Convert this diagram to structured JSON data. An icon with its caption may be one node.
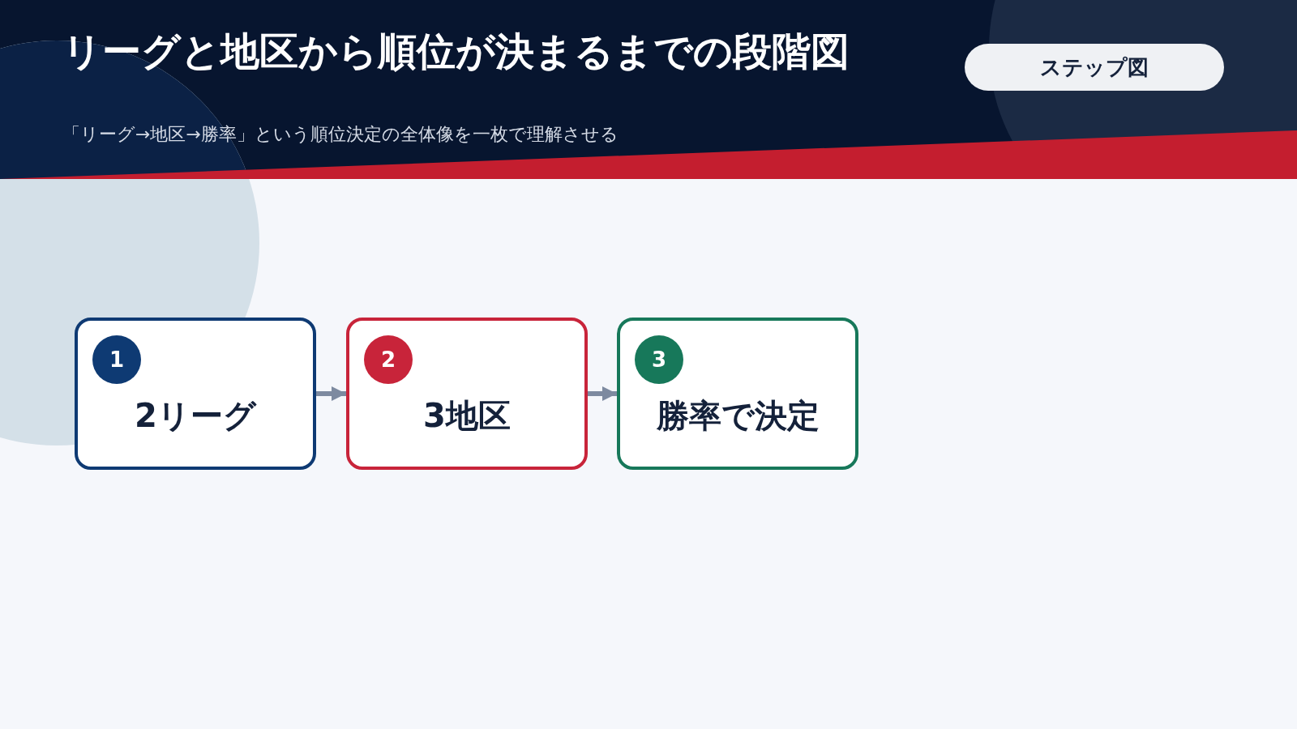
{
  "diagram": {
    "title": "リーグと地区から順位が決まるまでの段階図",
    "nodes": [
      {
        "text": [
          "1",
          "2リーグ"
        ]
      },
      {
        "text": [
          "2",
          "3地区"
        ]
      },
      {
        "text": [
          "3",
          "勝率で決定"
        ]
      }
    ],
    "edges": [
      {
        "from": 0,
        "to": 1,
        "arrow": "to"
      },
      {
        "from": 1,
        "to": 2,
        "arrow": "to"
      }
    ],
    "labels": [
      "ステップ図",
      "「リーグ→地区→勝率」という順位決定の全体像を一枚で理解させる"
    ]
  }
}
